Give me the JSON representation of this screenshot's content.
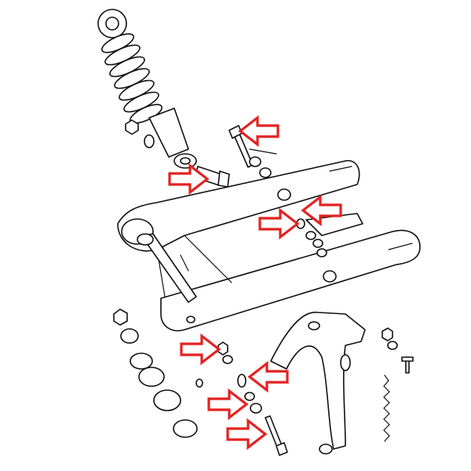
{
  "diagram": {
    "colors": {
      "line": "#111111",
      "background": "#ffffff",
      "arrow": "#e32222"
    },
    "arrows": [
      {
        "direction": "left"
      },
      {
        "direction": "right"
      },
      {
        "direction": "left"
      },
      {
        "direction": "right"
      },
      {
        "direction": "right"
      },
      {
        "direction": "left"
      },
      {
        "direction": "right"
      },
      {
        "direction": "right"
      }
    ]
  }
}
